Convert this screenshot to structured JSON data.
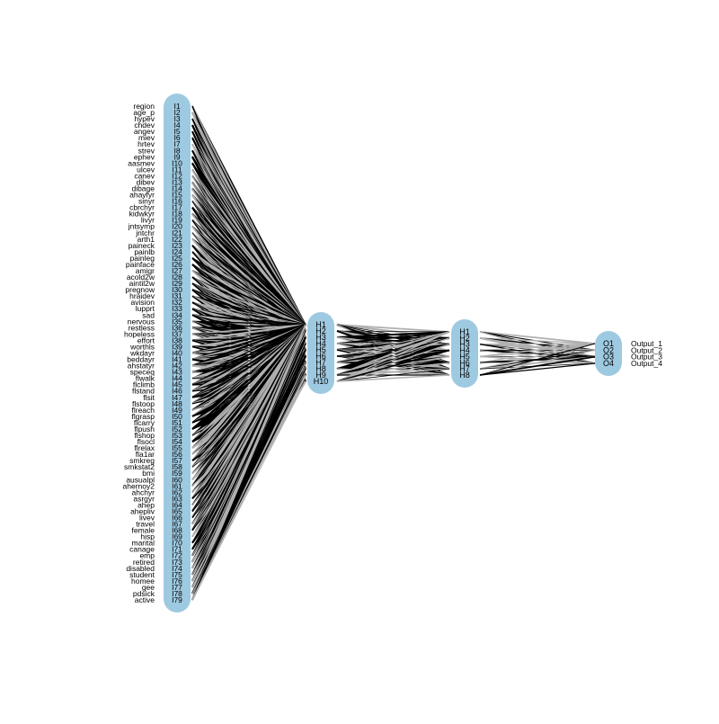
{
  "network": {
    "input_features": [
      "region",
      "age_p",
      "hypev",
      "chdev",
      "angev",
      "miev",
      "hrtev",
      "strev",
      "ephev",
      "aasmev",
      "ulcev",
      "canev",
      "dibev",
      "dibage",
      "ahayfyr",
      "sinyr",
      "cbrchyr",
      "kidwkyr",
      "livyr",
      "jntsymp",
      "jntchr",
      "arth1",
      "paineck",
      "painlb",
      "painleg",
      "painface",
      "amigr",
      "acold2w",
      "aintil2w",
      "pregnow",
      "hraidev",
      "avision",
      "lupprt",
      "sad",
      "nervous",
      "restless",
      "hopeless",
      "effort",
      "worthls",
      "wkdayr",
      "beddayr",
      "ahstatyr",
      "speceq",
      "flwalk",
      "flclimb",
      "flstand",
      "flsit",
      "flstoop",
      "flreach",
      "flgrasp",
      "flcarry",
      "flpush",
      "flshop",
      "flsocl",
      "flrelax",
      "fla1ar",
      "smkreg",
      "smkstat2",
      "bmi",
      "ausualpl",
      "ahernoy2",
      "ahchyr",
      "asrgyr",
      "ahep",
      "ahepliv",
      "livev",
      "travel",
      "female",
      "hisp",
      "marital",
      "canage",
      "emp",
      "retired",
      "disabled",
      "student",
      "homee",
      "gee",
      "pdsick",
      "active"
    ],
    "input_nodes": [
      "I1",
      "I2",
      "I3",
      "I4",
      "I5",
      "I6",
      "I7",
      "I8",
      "I9",
      "I10",
      "I11",
      "I12",
      "I13",
      "I14",
      "I15",
      "I16",
      "I17",
      "I18",
      "I19",
      "I20",
      "I21",
      "I22",
      "I23",
      "I24",
      "I25",
      "I26",
      "I27",
      "I28",
      "I29",
      "I30",
      "I31",
      "I32",
      "I33",
      "I34",
      "I35",
      "I36",
      "I37",
      "I38",
      "I39",
      "I40",
      "I41",
      "I42",
      "I43",
      "I44",
      "I45",
      "I46",
      "I47",
      "I48",
      "I49",
      "I50",
      "I51",
      "I52",
      "I53",
      "I54",
      "I55",
      "I56",
      "I57",
      "I58",
      "I59",
      "I60",
      "I61",
      "I62",
      "I63",
      "I64",
      "I65",
      "I66",
      "I67",
      "I68",
      "I69",
      "I70",
      "I71",
      "I72",
      "I73",
      "I74",
      "I75",
      "I76",
      "I77",
      "I78",
      "I79"
    ],
    "hidden1_nodes": [
      "H1",
      "H2",
      "H3",
      "H4",
      "H5",
      "H6",
      "H7",
      "H8",
      "H9",
      "H10"
    ],
    "hidden2_nodes": [
      "H1",
      "H2",
      "H3",
      "H4",
      "H5",
      "H6",
      "H7",
      "H8"
    ],
    "output_nodes": [
      "O1",
      "O2",
      "O3",
      "O4"
    ],
    "output_labels": [
      "Output_1",
      "Output_2",
      "Output_3",
      "Output_4"
    ],
    "colors": {
      "node_fill": "#9ecae1",
      "positive_weight": "#000000",
      "negative_weight": "#b0b0b0"
    }
  }
}
